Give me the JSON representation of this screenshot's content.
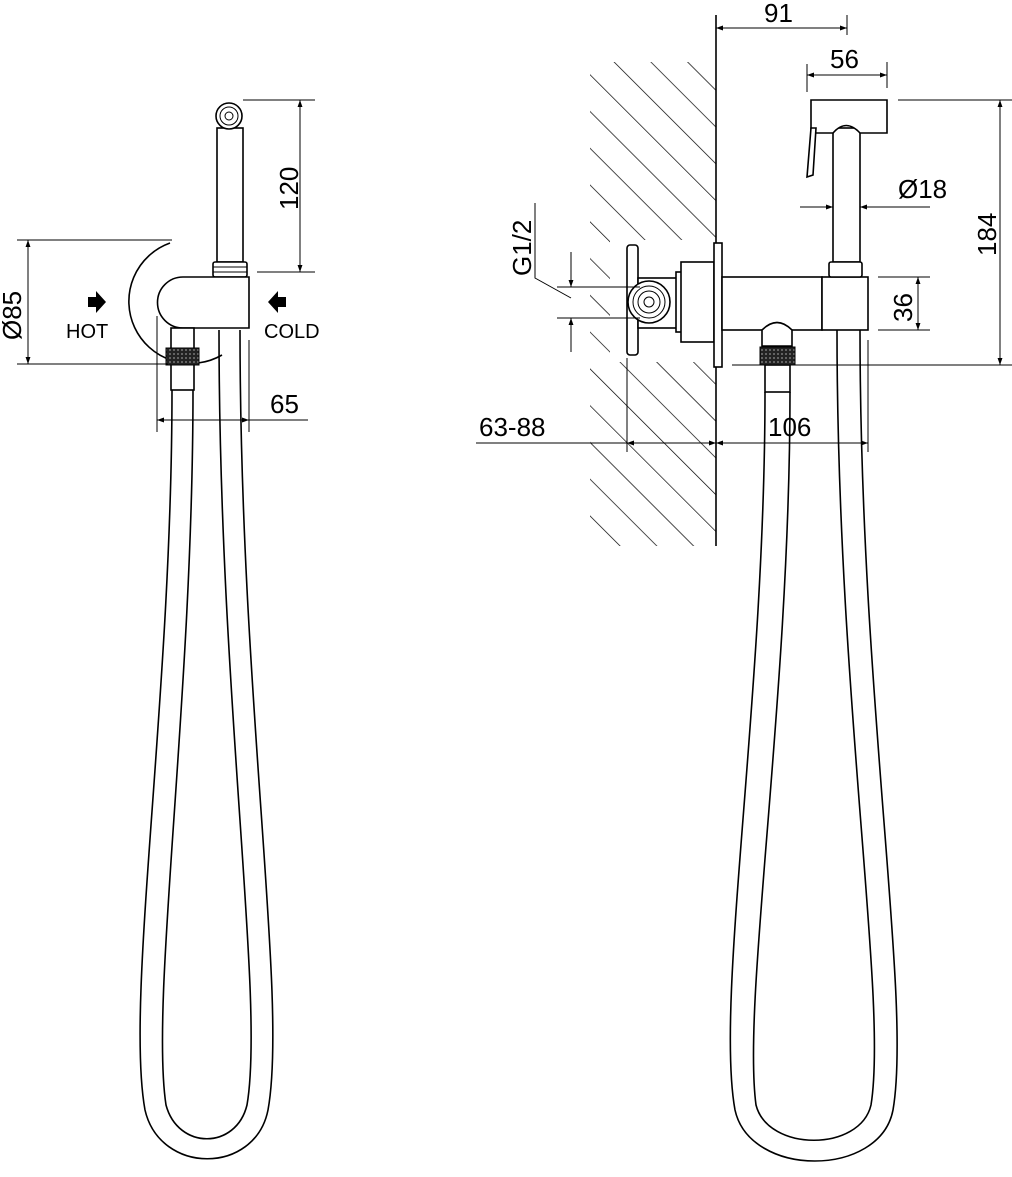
{
  "front_view": {
    "dim_height_spout": "120",
    "dim_plate_diameter": "Ø85",
    "dim_width": "65",
    "hot_label": "HOT",
    "cold_label": "COLD"
  },
  "side_view": {
    "dim_projection": "91",
    "dim_head_length": "56",
    "dim_pipe_diameter": "Ø18",
    "dim_total_height": "184",
    "dim_body_height": "36",
    "dim_thread": "G1/2",
    "dim_wall_depth": "63-88",
    "dim_outlet_projection": "106"
  }
}
